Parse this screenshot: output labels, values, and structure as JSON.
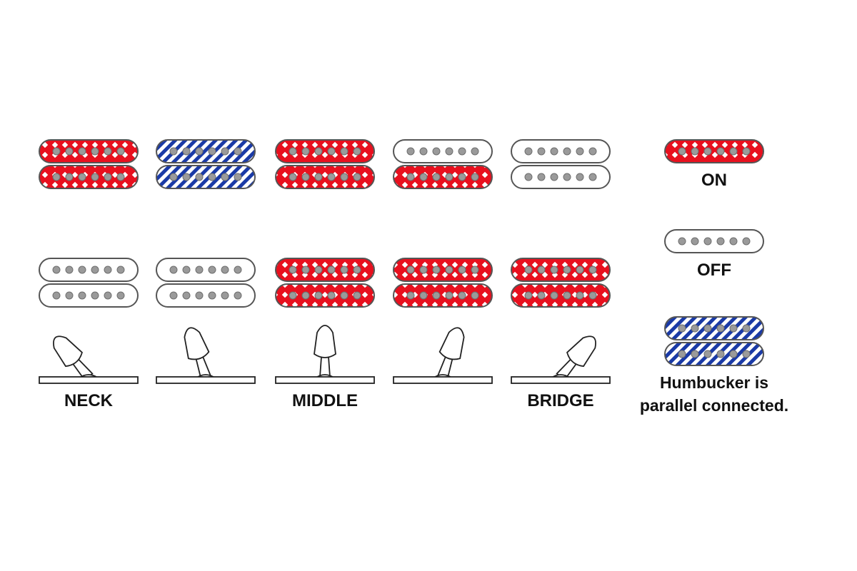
{
  "colors": {
    "on": "#e8101e",
    "parallel": "#1a3aa6",
    "off": "#ffffff",
    "pole": "#9a9a9a",
    "outline": "#555555"
  },
  "positions": [
    {
      "label": "NECK",
      "neck_pickup": [
        "on",
        "on"
      ],
      "bridge_pickup": [
        "off",
        "off"
      ],
      "toggle_angle": -40
    },
    {
      "label": "",
      "neck_pickup": [
        "parallel",
        "parallel"
      ],
      "bridge_pickup": [
        "off",
        "off"
      ],
      "toggle_angle": -18
    },
    {
      "label": "MIDDLE",
      "neck_pickup": [
        "on",
        "on"
      ],
      "bridge_pickup": [
        "on",
        "on"
      ],
      "toggle_angle": 0
    },
    {
      "label": "",
      "neck_pickup": [
        "off",
        "on"
      ],
      "bridge_pickup": [
        "on",
        "on"
      ],
      "toggle_angle": 18
    },
    {
      "label": "BRIDGE",
      "neck_pickup": [
        "off",
        "off"
      ],
      "bridge_pickup": [
        "on",
        "on"
      ],
      "toggle_angle": 40
    }
  ],
  "legend": {
    "on_label": "ON",
    "off_label": "OFF",
    "parallel_label_line1": "Humbucker is",
    "parallel_label_line2": "parallel connected."
  }
}
